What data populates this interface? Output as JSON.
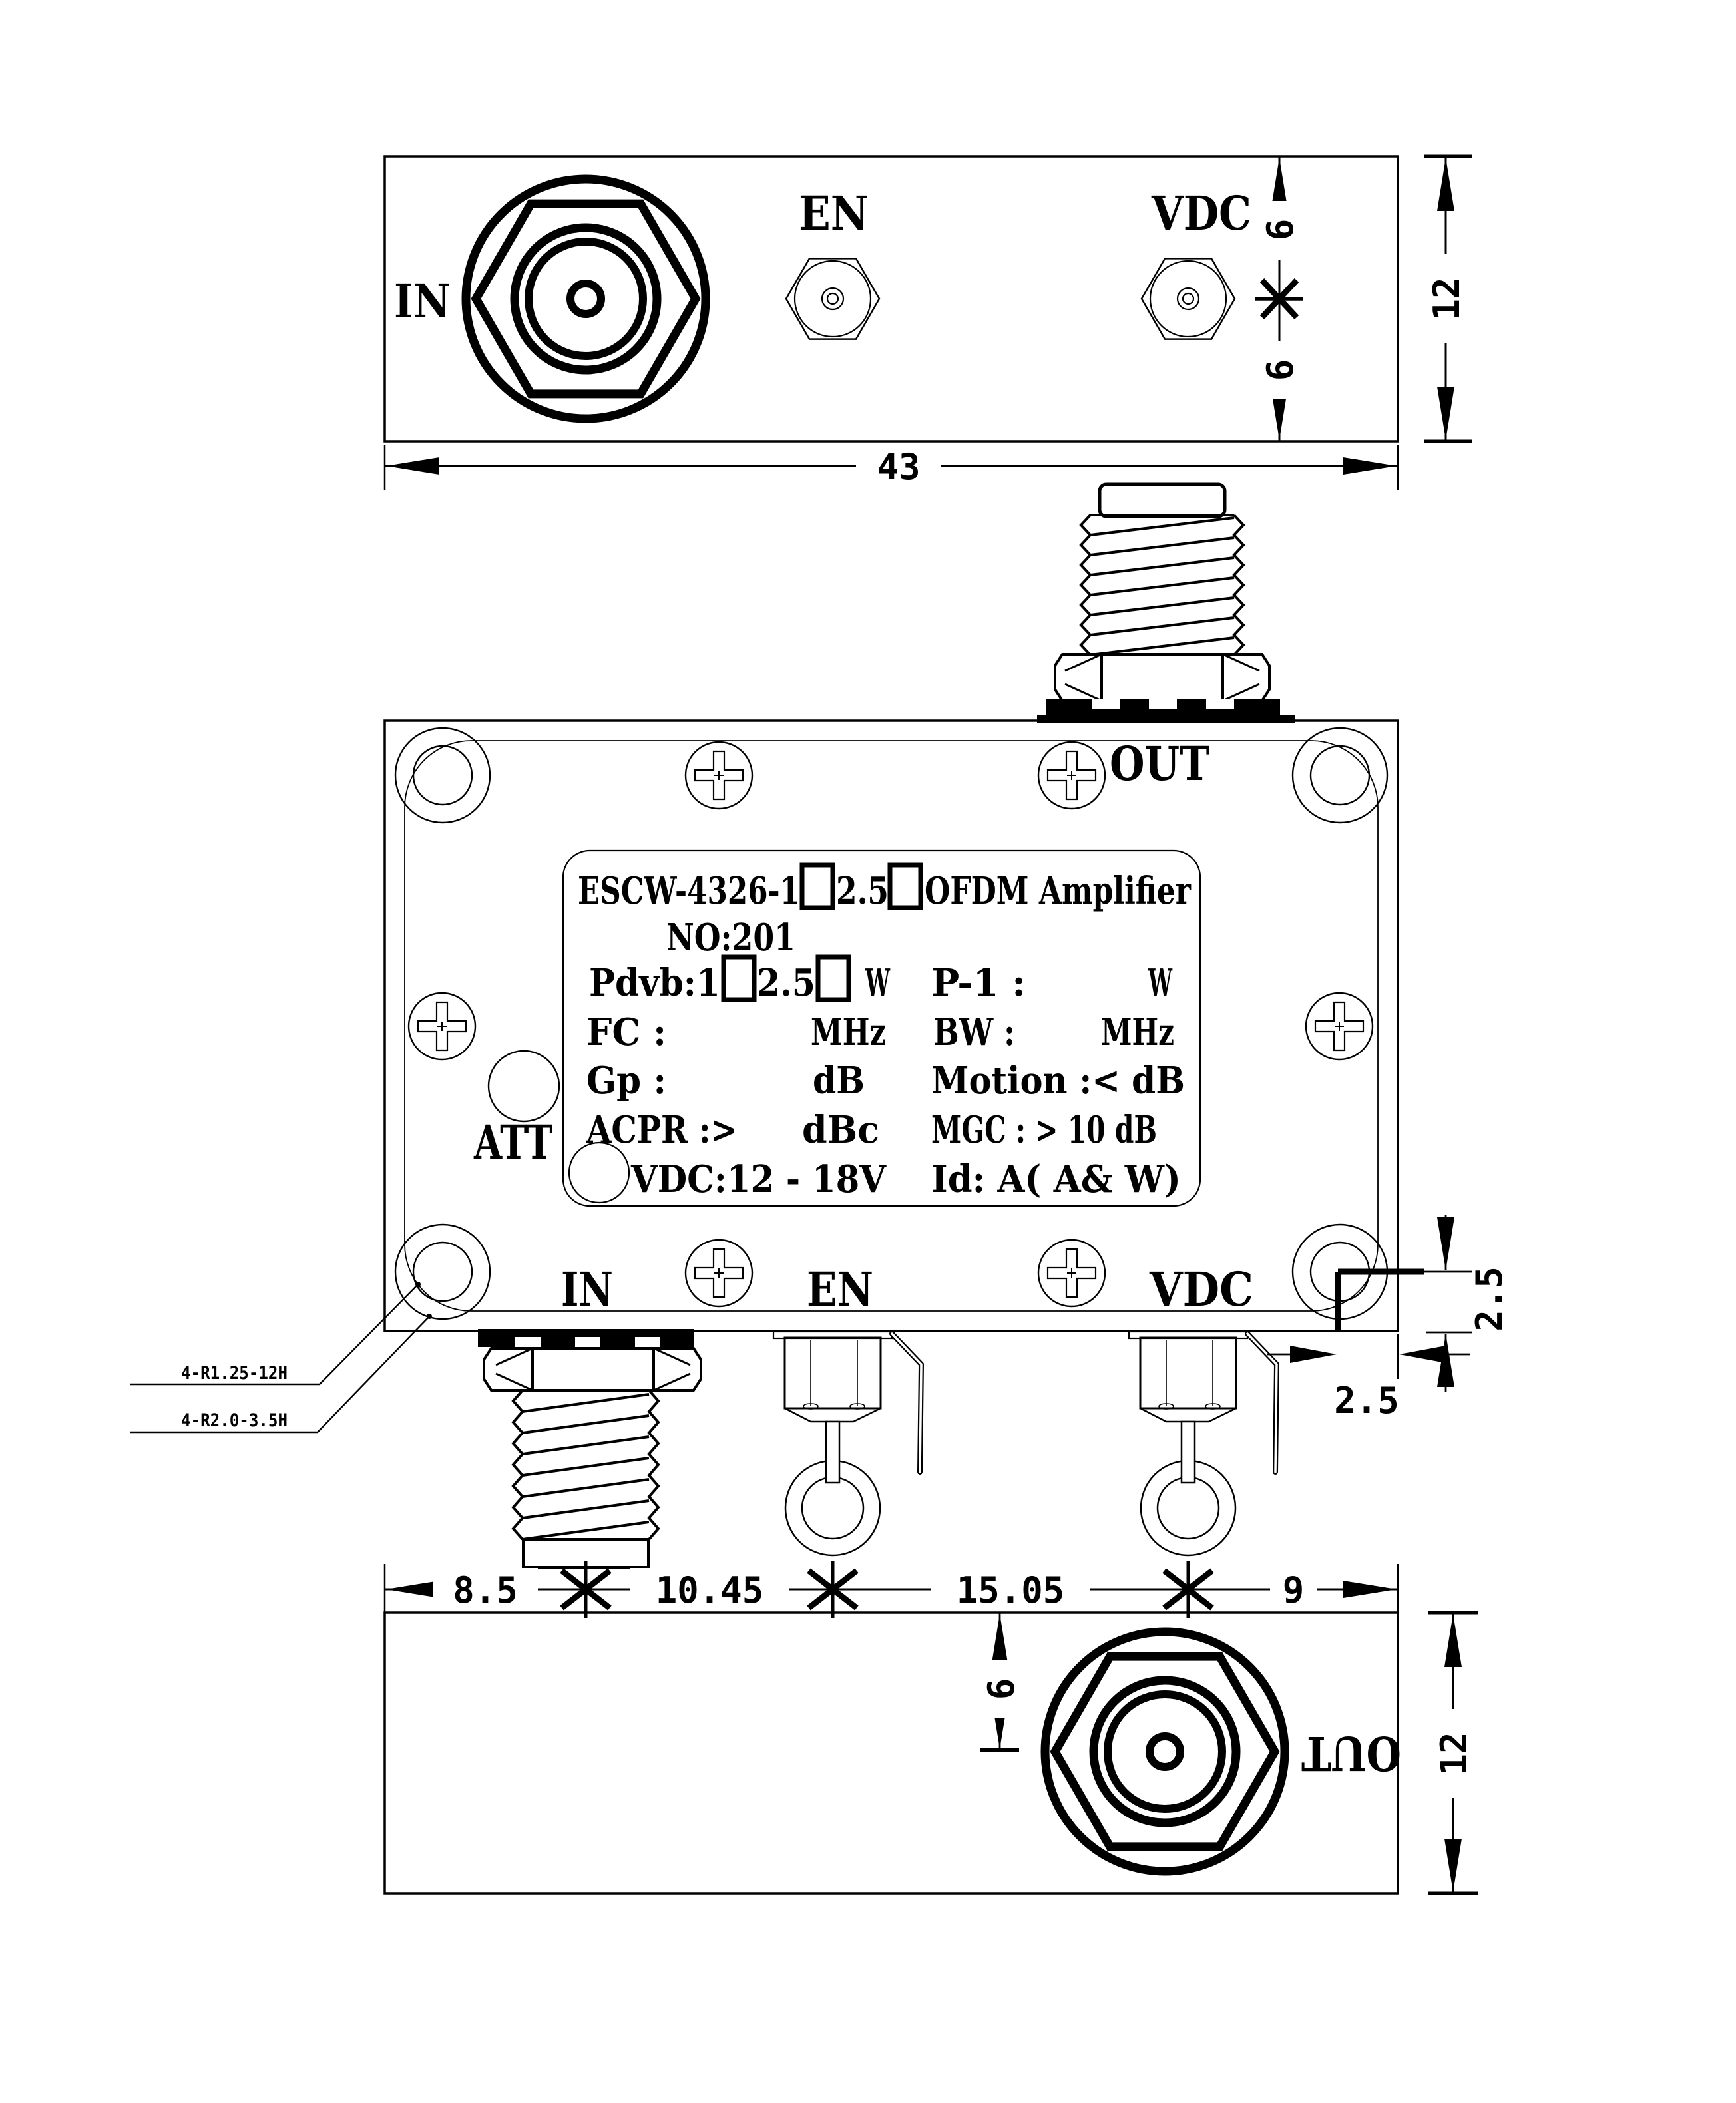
{
  "colors": {
    "ink": "#000000",
    "paper": "#ffffff"
  },
  "top_view": {
    "port_in": "IN",
    "port_en": "EN",
    "port_vdc": "VDC",
    "dim_six_upper": "6",
    "dim_six_lower": "6",
    "dim_height": "12",
    "dim_width": "43"
  },
  "front_view": {
    "port_out": "OUT",
    "att": "ATT",
    "port_in": "IN",
    "port_en": "EN",
    "port_vdc": "VDC",
    "nameplate": {
      "l1_model": "ESCW-4326-1",
      "l1_opt": "2.5",
      "l1_suffix": "OFDM Amplifier",
      "l2_no": "NO:201",
      "l3_pdvb": "Pdvb:1",
      "l3_opt": "2.5",
      "l3_w": "W",
      "l3_p1": "P-1 :",
      "l3_p1w": "W",
      "l4_fc": "FC :",
      "l4_mhz": "MHz",
      "l4_bw": "BW :",
      "l4_bwmhz": "MHz",
      "l5_gp": "Gp :",
      "l5_db": "dB",
      "l5_motion": "Motion :<",
      "l5_mdb": "dB",
      "l6_acpr": "ACPR :>",
      "l6_dbc": "dBc",
      "l6_mgc": "MGC : > 10 dB",
      "l7_vdc": "VDC:12 - 18V",
      "l7_id": "Id:  A(   A&  W)"
    },
    "dim_corner_v": "2.5",
    "dim_corner_h": "2.5",
    "leader_tapped": "4-R1.25-12H",
    "leader_cbore": "4-R2.0-3.5H"
  },
  "dim_chain": {
    "d1": "8.5",
    "d2": "10.45",
    "d3": "15.05",
    "d4": "9"
  },
  "bottom_view": {
    "port_out": "OUT",
    "dim_six": "6",
    "dim_height": "12"
  }
}
